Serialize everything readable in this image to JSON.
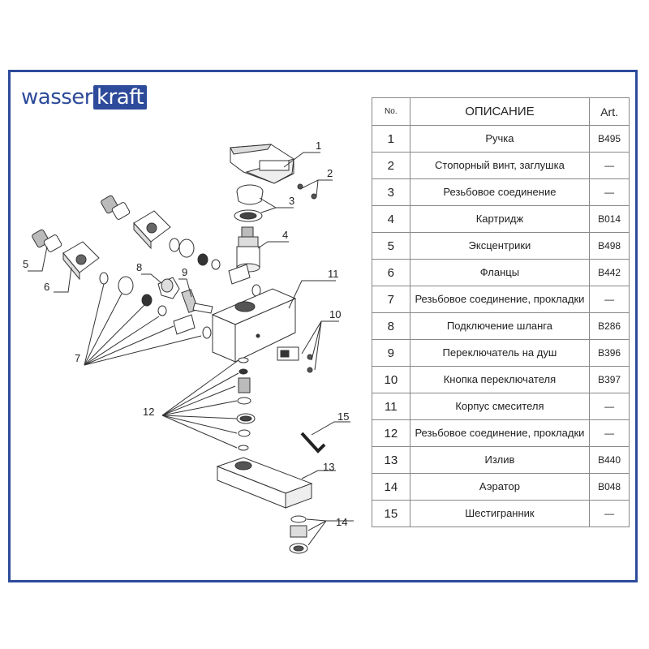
{
  "brand": {
    "part1": "wasser",
    "part2": "kraft",
    "color": "#2d4b9a"
  },
  "table": {
    "headers": {
      "no": "No.",
      "description": "ОПИСАНИЕ",
      "art": "Art."
    },
    "rows": [
      {
        "no": "1",
        "description": "Ручка",
        "art": "B495"
      },
      {
        "no": "2",
        "description": "Стопорный винт, заглушка",
        "art": "—"
      },
      {
        "no": "3",
        "description": "Резьбовое соединение",
        "art": "—"
      },
      {
        "no": "4",
        "description": "Картридж",
        "art": "B014"
      },
      {
        "no": "5",
        "description": "Эксцентрики",
        "art": "B498"
      },
      {
        "no": "6",
        "description": "Фланцы",
        "art": "B442"
      },
      {
        "no": "7",
        "description": "Резьбовое соединение, прокладки",
        "art": "—"
      },
      {
        "no": "8",
        "description": "Подключение шланга",
        "art": "B286"
      },
      {
        "no": "9",
        "description": "Переключатель на душ",
        "art": "B396"
      },
      {
        "no": "10",
        "description": "Кнопка переключателя",
        "art": "B397"
      },
      {
        "no": "11",
        "description": "Корпус смесителя",
        "art": "—"
      },
      {
        "no": "12",
        "description": "Резьбовое соединение, прокладки",
        "art": "—"
      },
      {
        "no": "13",
        "description": "Излив",
        "art": "B440"
      },
      {
        "no": "14",
        "description": "Аэратор",
        "art": "B048"
      },
      {
        "no": "15",
        "description": "Шестигранник",
        "art": "—"
      }
    ]
  },
  "callouts": [
    "1",
    "2",
    "3",
    "4",
    "5",
    "6",
    "7",
    "8",
    "9",
    "10",
    "11",
    "12",
    "13",
    "14",
    "15"
  ]
}
